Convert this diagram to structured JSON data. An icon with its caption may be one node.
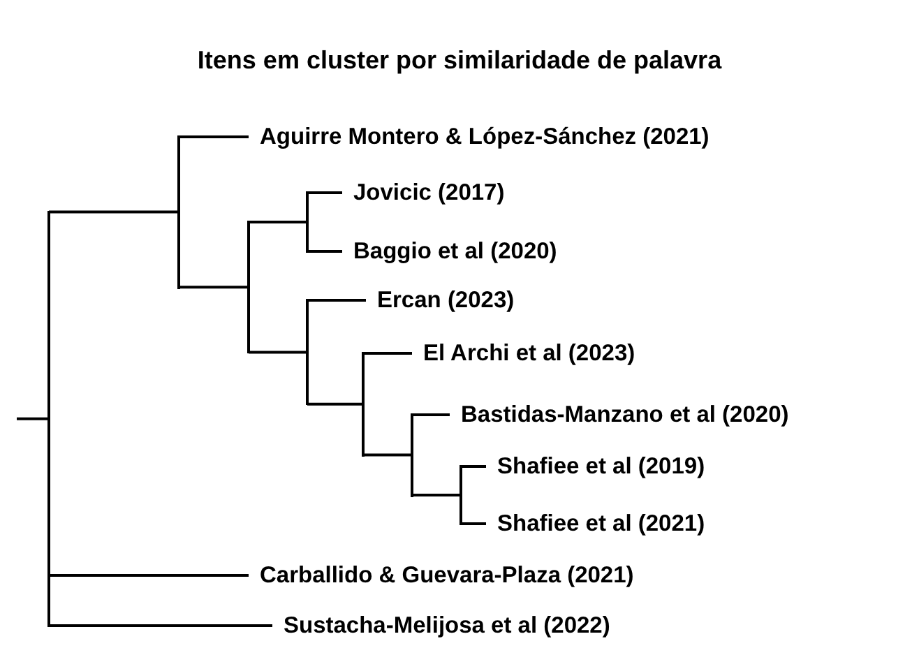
{
  "diagram": {
    "title": "Itens em cluster por similaridade de palavra",
    "nodes": [
      {
        "text": [
          "Aguirre Montero & López-Sánchez (2021)"
        ]
      },
      {
        "text": [
          "Jovicic (2017)"
        ]
      },
      {
        "text": [
          "Baggio et al (2020)"
        ]
      },
      {
        "text": [
          "Ercan (2023)"
        ]
      },
      {
        "text": [
          "El Archi et al (2023)"
        ]
      },
      {
        "text": [
          "Bastidas-Manzano et al (2020)"
        ]
      },
      {
        "text": [
          "Shafiee et al (2019)"
        ]
      },
      {
        "text": [
          "Shafiee et al (2021)"
        ]
      },
      {
        "text": [
          "Carballido & Guevara-Plaza (2021)"
        ]
      },
      {
        "text": [
          "Sustacha-Melijosa et al (2022)"
        ]
      },
      {
        "text": [],
        "shape": "bar"
      },
      {
        "text": [],
        "shape": "bar"
      },
      {
        "text": [],
        "shape": "bar"
      },
      {
        "text": [],
        "shape": "bar"
      },
      {
        "text": [],
        "shape": "bar"
      },
      {
        "text": [],
        "shape": "bar"
      },
      {
        "text": [],
        "shape": "bar"
      },
      {
        "text": [],
        "shape": "bar"
      }
    ],
    "edges": [
      {
        "from": null,
        "to": 10,
        "arrow": "none"
      },
      {
        "from": 10,
        "to": 11,
        "arrow": "none"
      },
      {
        "from": 10,
        "to": 8,
        "arrow": "none"
      },
      {
        "from": 10,
        "to": 9,
        "arrow": "none"
      },
      {
        "from": 11,
        "to": 0,
        "arrow": "none"
      },
      {
        "from": 11,
        "to": 12,
        "arrow": "none"
      },
      {
        "from": 12,
        "to": 13,
        "arrow": "none"
      },
      {
        "from": 12,
        "to": 14,
        "arrow": "none"
      },
      {
        "from": 13,
        "to": 1,
        "arrow": "none"
      },
      {
        "from": 13,
        "to": 2,
        "arrow": "none"
      },
      {
        "from": 14,
        "to": 3,
        "arrow": "none"
      },
      {
        "from": 14,
        "to": 15,
        "arrow": "none"
      },
      {
        "from": 15,
        "to": 4,
        "arrow": "none"
      },
      {
        "from": 15,
        "to": 16,
        "arrow": "none"
      },
      {
        "from": 16,
        "to": 5,
        "arrow": "none"
      },
      {
        "from": 16,
        "to": 17,
        "arrow": "none"
      },
      {
        "from": 17,
        "to": 6,
        "arrow": "none"
      },
      {
        "from": 17,
        "to": 7,
        "arrow": "none"
      }
    ]
  }
}
